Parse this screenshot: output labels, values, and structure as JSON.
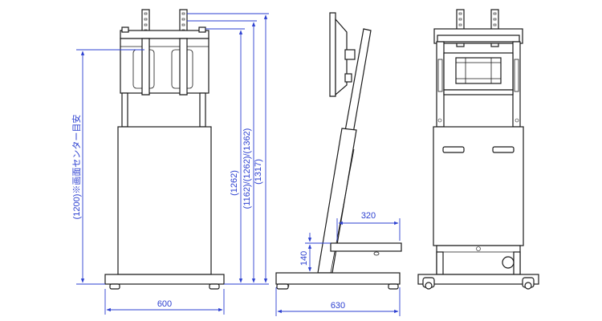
{
  "colors": {
    "dimension": "#2b3fd0",
    "drawing": "#1a1a1a",
    "background": "#ffffff"
  },
  "dimensions": {
    "front_width": "600",
    "screen_center": "(1200)※画面センター目安",
    "height_pair_a": "(1262)",
    "height_pair_b": "(1162)/(1262)/(1362)",
    "total_height": "(1317)",
    "side_depth": "630",
    "shelf_depth": "320",
    "shelf_height": "140"
  }
}
